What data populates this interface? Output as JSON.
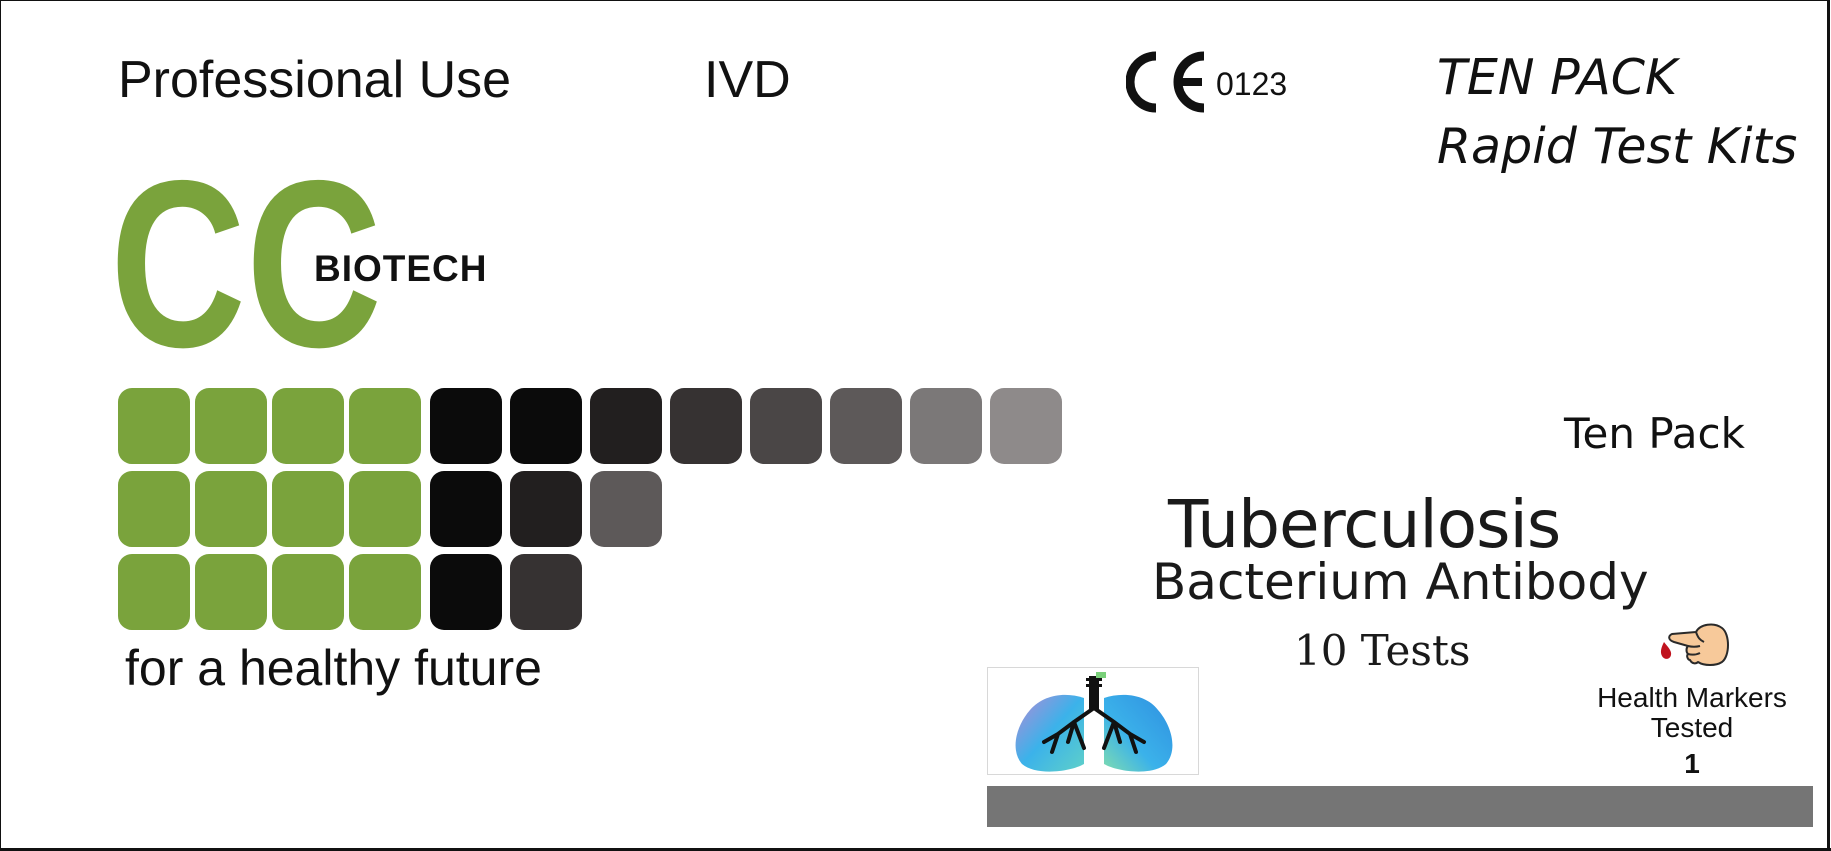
{
  "header": {
    "use_label": "Professional Use",
    "ivd_label": "IVD",
    "ce_mark": "CE",
    "ce_number": "0123",
    "pack_line_1": "TEN PACK",
    "pack_line_2": "Rapid Test Kits"
  },
  "brand": {
    "logo_letters": "CC",
    "logo_word": "BIOTECH",
    "tagline": "for a healthy future",
    "colors": {
      "green": "#7aa33c",
      "tile_shades": [
        "#0b0b0b",
        "#0b0b0b",
        "#221f1f",
        "#363232",
        "#4a4646",
        "#5d5959",
        "#7b7878",
        "#8e8a8a"
      ]
    }
  },
  "product": {
    "pack_size_label": "Ten Pack",
    "name": "Tuberculosis",
    "subtitle": "Bacterium Antibody",
    "test_count": "10 Tests",
    "markers_label_line_1": "Health Markers",
    "markers_label_line_2": "Tested",
    "markers_count": "1"
  },
  "icons": {
    "ce": "ce-mark-icon",
    "lungs": "lungs-icon",
    "finger": "finger-prick-blood-icon"
  }
}
